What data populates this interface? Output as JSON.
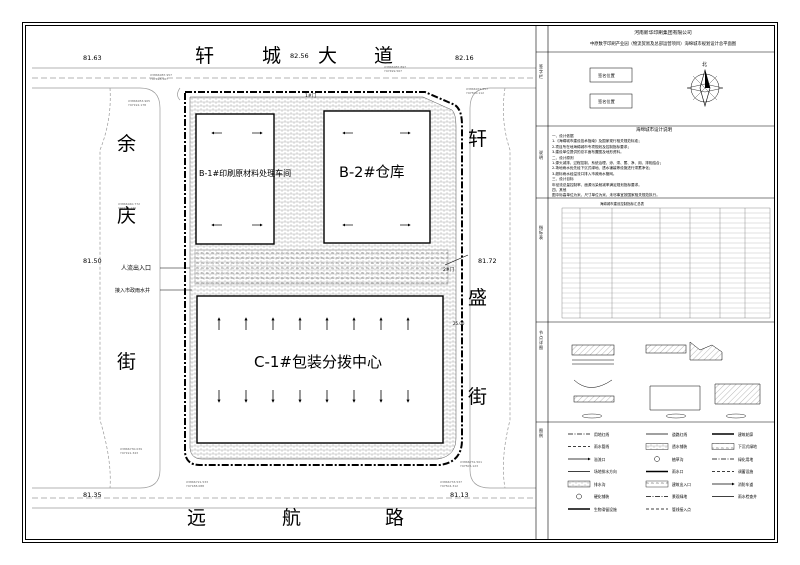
{
  "title_block": {
    "company": "河南新华印刷集团有限公司",
    "project": "中原数字印刷产业园（物流贸易及总部运营项目）海绵城市规划设计总平面图"
  },
  "roads": {
    "north": [
      "轩",
      "城",
      "大",
      "道"
    ],
    "west": [
      "余",
      "庆",
      "街"
    ],
    "east": [
      "轩",
      "盛",
      "街"
    ],
    "south": [
      "远",
      "航",
      "路"
    ]
  },
  "elevations": {
    "nw": "81.63",
    "n_mid": "82.56",
    "ne": "82.16",
    "w_mid": "81.50",
    "e_mid": "81.72",
    "sw": "81.35",
    "se": "81.13"
  },
  "buildings": {
    "b1": "B-1#印刷原材料处理车间",
    "b2": "B-2#仓库",
    "c1": "C-1#包装分拨中心"
  },
  "labels": {
    "entrance": "人流出入口",
    "pipe": "接入市政雨水井",
    "gate": "1#门",
    "gate2": "2#门",
    "dim": "25.00"
  },
  "side_labels": {
    "sign": "签字栏",
    "note": "说明",
    "table": "指标表",
    "detail": "节点详图",
    "legend": "图例"
  },
  "signature_panel": {
    "line1": "签名位置",
    "line2": "签名位置",
    "north": "北"
  },
  "notes_title": "海绵城市设计说明",
  "notes_body": "一、设计依据\n1.《海绵城市建设技术指南》及国家现行相关规范标准；\n2.项目所在地海绵城市专项规划及控制指标要求；\n3.建设单位提供的总平面布置图及地形资料。\n二、设计原则\n1.源头减排、过程控制、系统治理，渗、滞、蓄、净、用、排相结合；\n2.场地雨水优先经下沉式绿地、透水铺装等设施进行滞蓄净化；\n3.超标雨水经溢流口排入市政雨水管网。\n三、设计目标\n年径流总量控制率、面源污染削减率满足规划指标要求。\n四、其他\n图中标高单位为米，尺寸单位为米，未尽事宜按国家相关规范执行。",
  "table_title": "海绵城市建设控制指标汇总表",
  "legend_items": [
    "用地红线",
    "道路红线",
    "建筑轮廓",
    "雨水管线",
    "透水铺装",
    "下沉式绿地",
    "溢流口",
    "植草沟",
    "绿化用地",
    "场地排水方向",
    "雨水口",
    "调蓄设施",
    "排水沟",
    "建筑出入口",
    "消防车道",
    "硬化铺装",
    "景观绿地",
    "雨水检查井",
    "生物滞留设施",
    "管线接入点"
  ]
}
